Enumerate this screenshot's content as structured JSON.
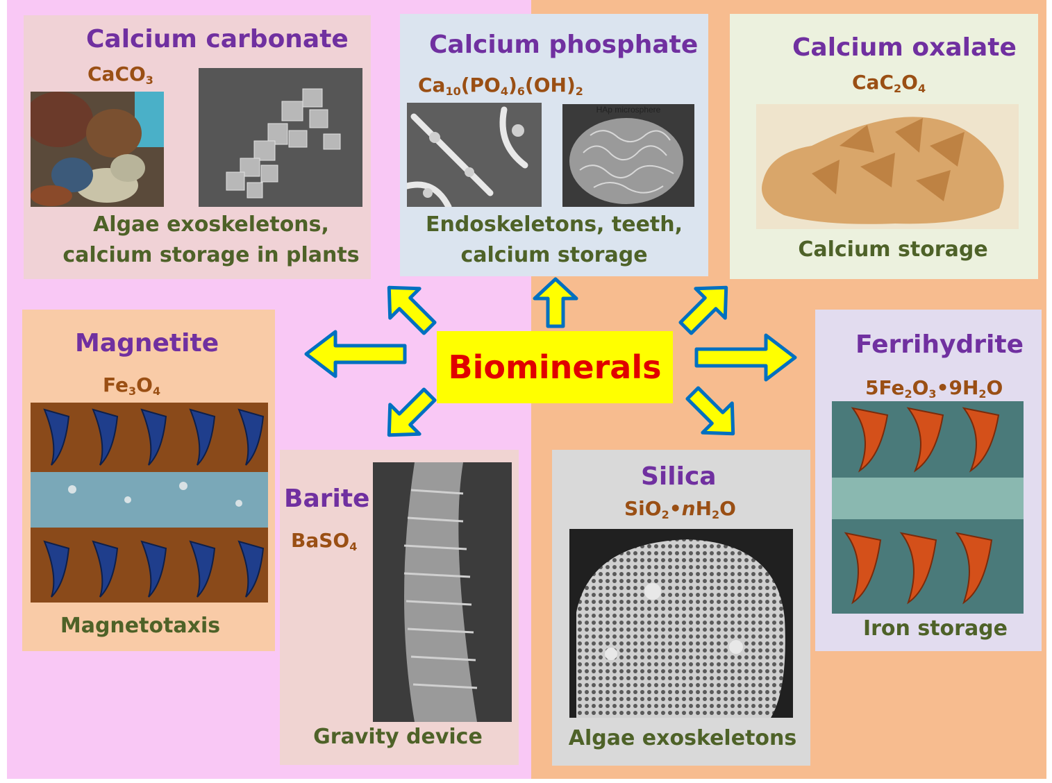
{
  "center": {
    "label": "Biominerals"
  },
  "colors": {
    "left_bg": "#f9c8f5",
    "right_bg": "#f7bc8f",
    "title": "#7030a0",
    "formula": "#9a4f14",
    "caption": "#4e6228",
    "center_box": "#ffff00",
    "center_text": "#e00000",
    "arrow_fill": "#ffff00",
    "arrow_stroke": "#0070c0"
  },
  "minerals": {
    "calcium_carbonate": {
      "name": "Calcium carbonate",
      "formula_parts": [
        "CaCO",
        "3"
      ],
      "caption": [
        "Algae exoskeletons,",
        "calcium storage in plants"
      ]
    },
    "calcium_phosphate": {
      "name": "Calcium phosphate",
      "formula_parts": [
        "Ca",
        "10",
        "(PO",
        "4",
        ")",
        "6",
        "(OH)",
        "2"
      ],
      "caption": [
        "Endoskeletons, teeth,",
        "calcium storage"
      ],
      "image_label": "HAp microsphere"
    },
    "calcium_oxalate": {
      "name": "Calcium oxalate",
      "formula_parts": [
        "CaC",
        "2",
        "O",
        "4"
      ],
      "caption": [
        "Calcium storage"
      ]
    },
    "magnetite": {
      "name": "Magnetite",
      "formula_parts": [
        "Fe",
        "3",
        "O",
        "4"
      ],
      "caption": [
        "Magnetotaxis"
      ]
    },
    "ferrihydrite": {
      "name": "Ferrihydrite",
      "formula_parts": [
        "5Fe",
        "2",
        "O",
        "3",
        "•9H",
        "2",
        "O"
      ],
      "caption": [
        "Iron storage"
      ]
    },
    "barite": {
      "name": "Barite",
      "formula_parts": [
        "BaSO",
        "4"
      ],
      "caption": [
        "Gravity device"
      ]
    },
    "silica": {
      "name": "Silica",
      "formula_parts": [
        "SiO",
        "2",
        "•",
        "n",
        "H",
        "2",
        "O"
      ],
      "caption": [
        "Algae exoskeletons"
      ]
    }
  }
}
